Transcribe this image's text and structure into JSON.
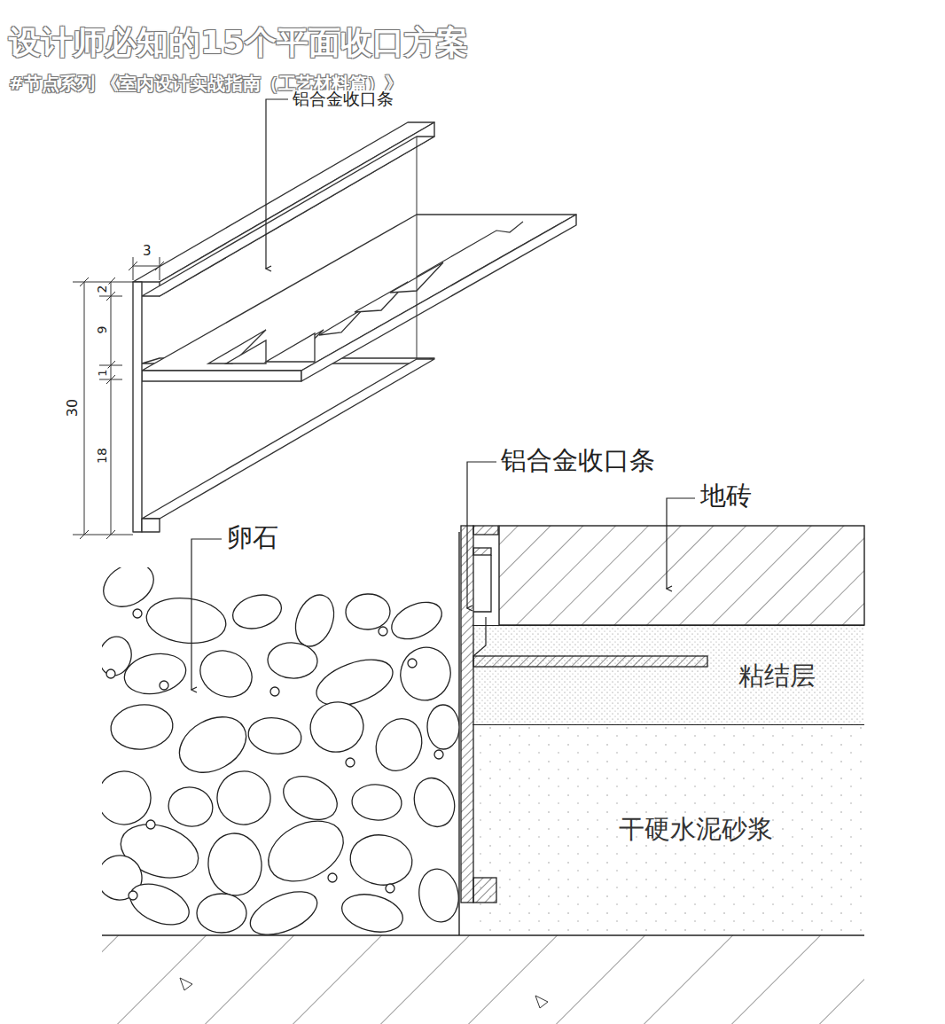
{
  "diagram": {
    "title": "设计师必知的15个平面收口方案",
    "nodes": [
      {
        "text": [
          "粘结层"
        ]
      },
      {
        "text": [
          "干硬水泥砂浆"
        ]
      }
    ],
    "edges": [],
    "labels": [
      "#节点系列 《室内设计实战指南（工艺材料篇）》",
      "铝合金收口条",
      "3",
      "2",
      "9",
      "1",
      "18",
      "30",
      "铝合金收口条",
      "地砖",
      "卵石"
    ]
  }
}
